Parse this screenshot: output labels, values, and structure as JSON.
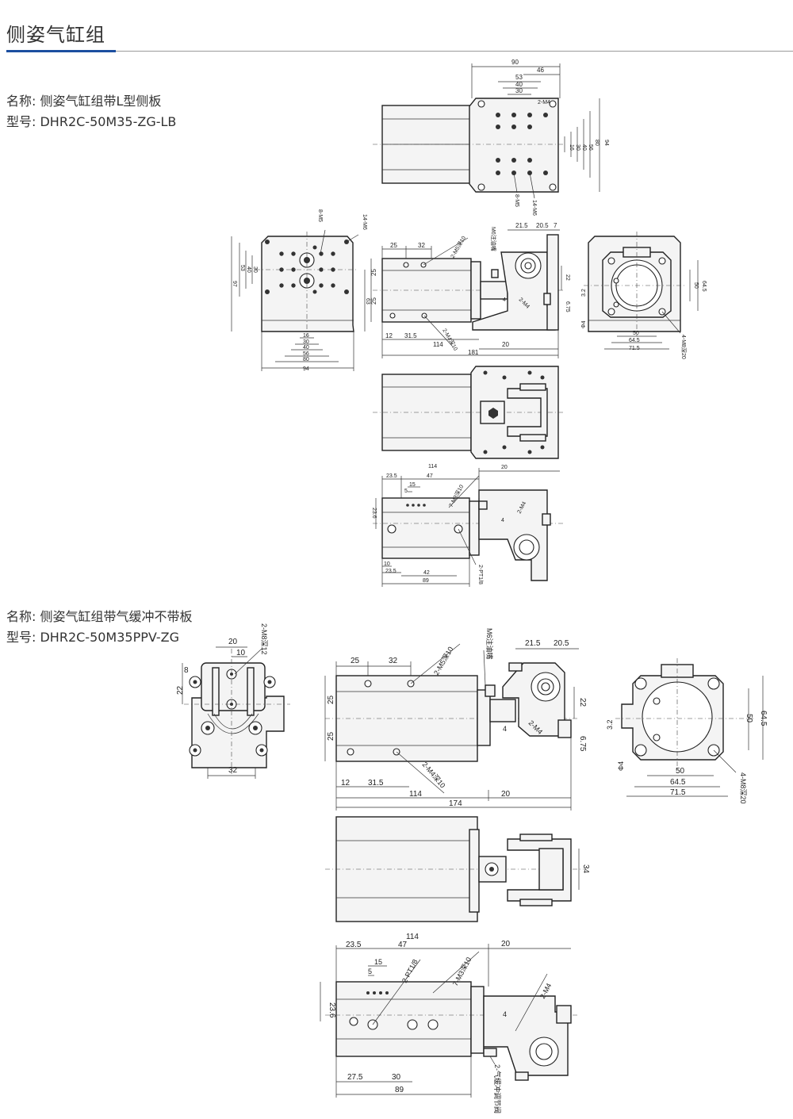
{
  "header": {
    "title": "侧姿气缸组",
    "accent_color": "#1c4fa0"
  },
  "products": [
    {
      "name": "名称: 侧姿气缸组带L型侧板",
      "model": "型号: DHR2C-50M35-ZG-LB"
    },
    {
      "name": "名称: 侧姿气缸组带气缓冲不带板",
      "model": "型号: DHR2C-50M35PPV-ZG"
    }
  ],
  "dimensions": {
    "lb_top": {
      "d90": "90",
      "d46": "46",
      "d53": "53",
      "d40": "40",
      "d30": "30",
      "m4": "2-M4",
      "v16": "16",
      "v30": "30",
      "v40": "40",
      "v56": "56",
      "v80": "80",
      "v94": "94",
      "m5": "8-M5",
      "m6": "14-M6"
    },
    "lb_left": {
      "m5": "8-M5",
      "m6": "14-M6",
      "h16": "16",
      "h30": "30",
      "h40": "40",
      "h56": "56",
      "h80": "80",
      "h94": "94",
      "v30": "30",
      "v40": "40",
      "v53": "53",
      "v97": "97",
      "v63": "63"
    },
    "lb_front": {
      "d25": "25",
      "d32": "32",
      "m5": "2-M5深10",
      "m6": "M6注油嘴",
      "d21_5": "21.5",
      "d20_5": "20.5",
      "d7": "7",
      "v25a": "25",
      "v25b": "25",
      "d12": "12",
      "d31_5": "31.5",
      "m4deep": "2-M4深10",
      "d114": "114",
      "d20": "20",
      "d181": "181",
      "d4": "4",
      "m4": "2-M4",
      "v22": "22",
      "v6_75": "6.75"
    },
    "lb_right": {
      "d3_2": "3.2",
      "d64_5v": "64.5",
      "d50v": "50",
      "phi4": "Φ4",
      "h50": "50",
      "h64_5": "64.5",
      "h71_5": "71.5",
      "m8": "4-M8深20"
    },
    "lb_bottom": {
      "d114": "114",
      "d20": "20",
      "d23_5": "23.5",
      "d47": "47",
      "d15": "15",
      "d5": "5",
      "m3": "7-M3深10",
      "v23_6": "23.6",
      "m4": "2-M4",
      "d4": "4",
      "d10": "10",
      "d23_5b": "23.5",
      "d42": "42",
      "d89": "89",
      "pt": "2-PT1/8"
    },
    "pp_left": {
      "d20": "20",
      "d10": "10",
      "d8": "8",
      "d22": "22",
      "d32": "32",
      "m8": "2-M8深12"
    },
    "pp_front": {
      "d25": "25",
      "d32": "32",
      "m5": "2-M5深10",
      "m6": "M6注油嘴",
      "d21_5": "21.5",
      "d20_5": "20.5",
      "v25a": "25",
      "v25b": "25",
      "v22": "22",
      "m4": "2-M4",
      "d4": "4",
      "v6_75": "6.75",
      "d12": "12",
      "d31_5": "31.5",
      "m4deep": "2-M4深10",
      "d114": "114",
      "d20": "20",
      "d174": "174"
    },
    "pp_right": {
      "d3_2": "3.2",
      "v64_5": "64.5",
      "v50": "50",
      "phi4": "Φ4",
      "h50": "50",
      "h64_5": "64.5",
      "h71_5": "71.5",
      "m8": "4-M8深20"
    },
    "pp_mid": {
      "v34": "34"
    },
    "pp_bottom": {
      "d114": "114",
      "d20": "20",
      "d23_5": "23.5",
      "d47": "47",
      "d15": "15",
      "d5": "5",
      "pt": "2-PT1/8",
      "m3": "7-M3深10",
      "m4": "2-M4",
      "v23_6": "23.6",
      "d4": "4",
      "d27_5": "27.5",
      "d30": "30",
      "d89": "89",
      "valve": "2-气缓冲调节阀"
    }
  }
}
